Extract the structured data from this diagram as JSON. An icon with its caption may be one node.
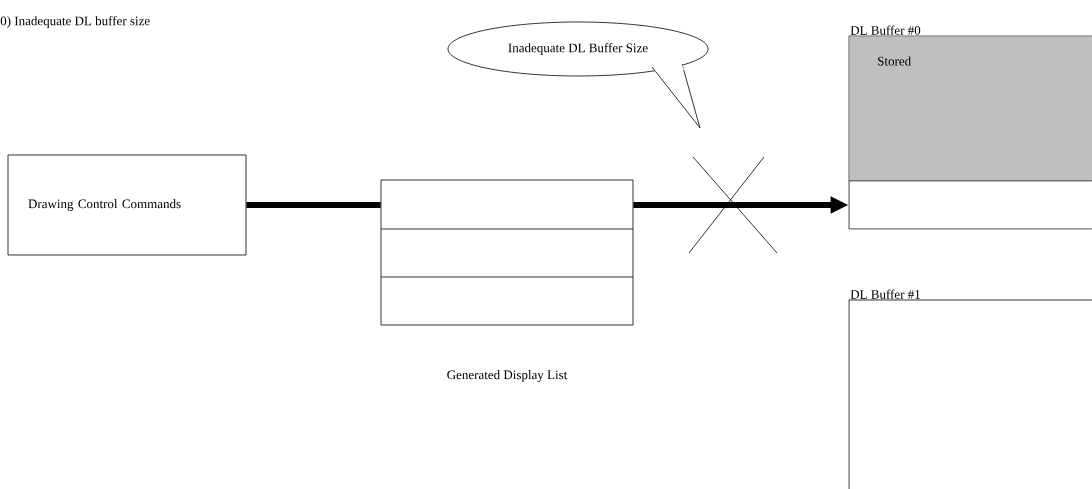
{
  "diagram": {
    "title": "0) Inadequate DL buffer size",
    "nodes": [
      {
        "text": [
          "Drawing Control Commands"
        ]
      },
      {
        "text": [
          "Generated Display List"
        ]
      },
      {
        "text": [
          "DL Buffer #0",
          "Stored"
        ]
      },
      {
        "text": [
          "DL Buffer #1"
        ]
      },
      {
        "text": [
          "Inadequate DL Buffer Size"
        ]
      }
    ],
    "edges": [
      {
        "from": 0,
        "to": 1,
        "arrow": "none"
      },
      {
        "from": 1,
        "to": 2,
        "arrow": "to"
      }
    ]
  }
}
